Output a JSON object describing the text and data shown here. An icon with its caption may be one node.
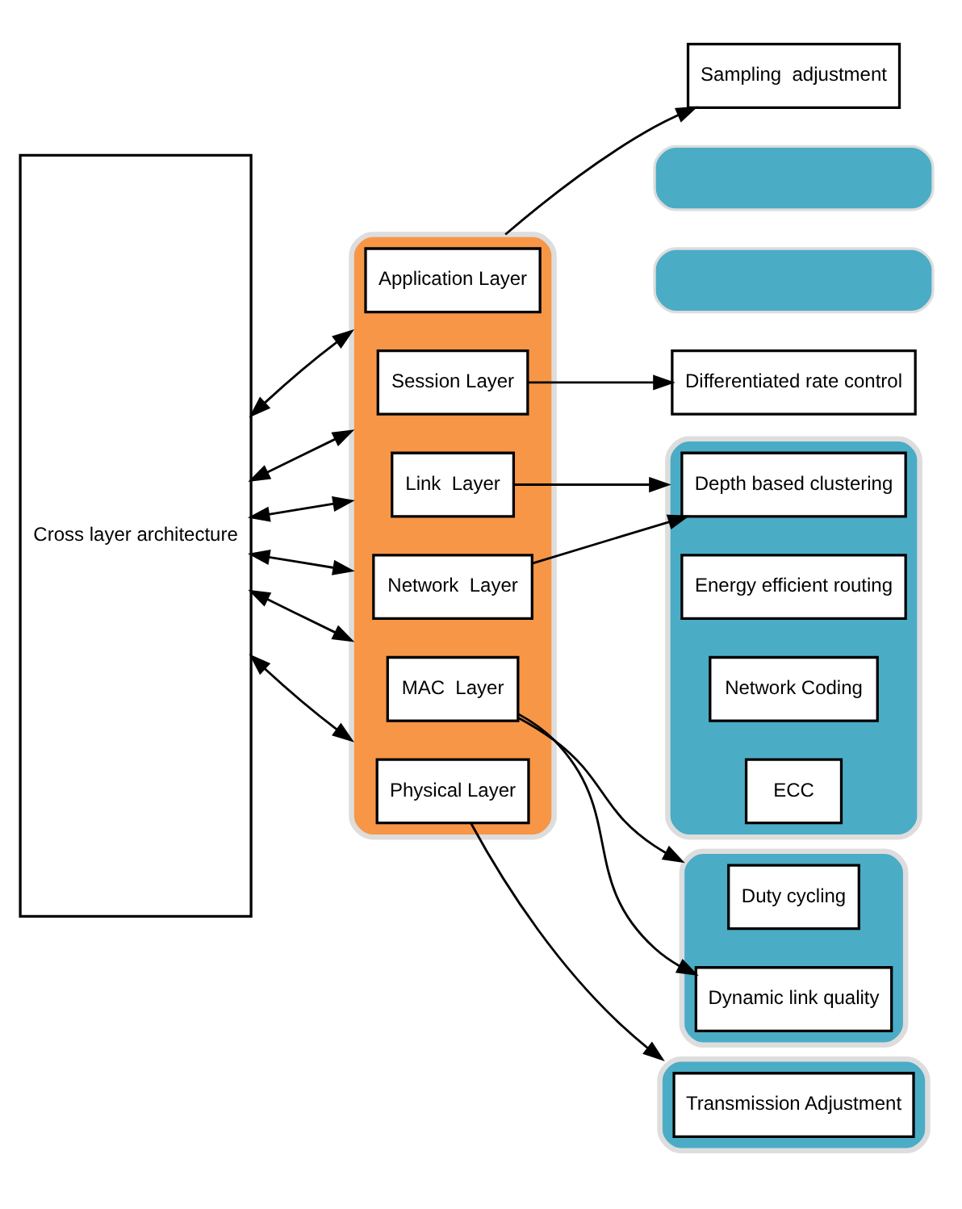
{
  "diagram": {
    "nodes": [
      {
        "text": [
          "Cross layer architecture"
        ]
      },
      {
        "text": [],
        "shape": "box"
      },
      {
        "text": [
          "Application Layer"
        ],
        "in": 1
      },
      {
        "text": [
          "Session Layer"
        ],
        "in": 1
      },
      {
        "text": [
          "Network  Layer"
        ],
        "in": 1
      },
      {
        "text": [
          "Link  Layer"
        ],
        "in": 1
      },
      {
        "text": [
          "MAC  Layer"
        ],
        "in": 1
      },
      {
        "text": [
          "Physical Layer"
        ],
        "in": 1
      },
      {
        "text": [
          "Sampling  adjustment"
        ]
      },
      {
        "text": [],
        "shape": "box"
      },
      {
        "text": [],
        "shape": "box"
      },
      {
        "text": [
          "Differentiated rate control"
        ]
      },
      {
        "text": [],
        "shape": "box"
      },
      {
        "text": [
          "Depth based clustering"
        ],
        "in": 12
      },
      {
        "text": [
          "Energy efficient routing"
        ],
        "in": 12
      },
      {
        "text": [
          "Network Coding"
        ],
        "in": 12
      },
      {
        "text": [
          "ECC"
        ],
        "in": 12
      },
      {
        "text": [],
        "shape": "box"
      },
      {
        "text": [
          "Duty cycling"
        ],
        "in": 17
      },
      {
        "text": [
          "Dynamic link quality"
        ],
        "in": 17
      },
      {
        "text": [],
        "shape": "box"
      },
      {
        "text": [
          "Transmission Adjustment"
        ],
        "in": 20
      }
    ],
    "edges": [
      {
        "from": 0,
        "to": 1,
        "arrow": "both"
      },
      {
        "from": 1,
        "to": 8,
        "arrow": "to"
      },
      {
        "from": 0,
        "to": 1,
        "arrow": "both"
      },
      {
        "from": 3,
        "to": 11,
        "arrow": "to"
      },
      {
        "from": 0,
        "to": 1,
        "arrow": "both"
      },
      {
        "from": 4,
        "to": 13,
        "arrow": "to"
      },
      {
        "from": 0,
        "to": 1,
        "arrow": "both"
      },
      {
        "from": 5,
        "to": 12,
        "arrow": "to"
      },
      {
        "from": 0,
        "to": 1,
        "arrow": "both"
      },
      {
        "from": 6,
        "to": 17,
        "arrow": "to"
      },
      {
        "from": 6,
        "to": 19,
        "arrow": "to"
      },
      {
        "from": 0,
        "to": 1,
        "arrow": "both"
      },
      {
        "from": 7,
        "to": 20,
        "arrow": "to"
      }
    ]
  }
}
